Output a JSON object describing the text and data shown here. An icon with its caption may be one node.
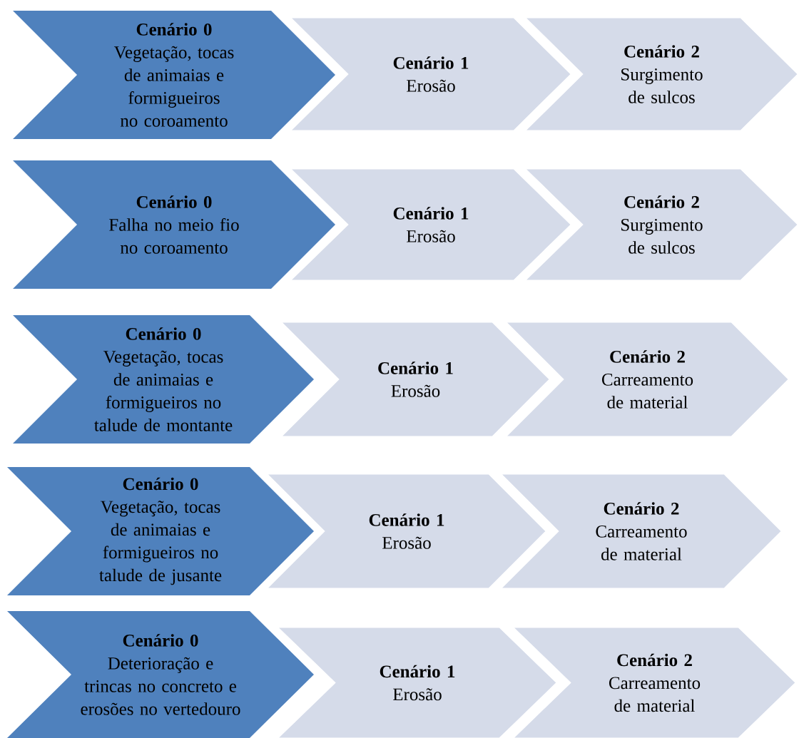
{
  "diagram": {
    "nodes": [
      {
        "text": [
          "Cenário 0",
          "Vegetação, tocas de animaias e formigueiros no coroamento"
        ]
      },
      {
        "text": [
          "Cenário 1",
          "Erosão"
        ]
      },
      {
        "text": [
          "Cenário 2",
          "Surgimento de sulcos"
        ]
      },
      {
        "text": [
          "Cenário 0",
          "Falha no meio fio no coroamento"
        ]
      },
      {
        "text": [
          "Cenário 1",
          "Erosão"
        ]
      },
      {
        "text": [
          "Cenário 2",
          "Surgimento de sulcos"
        ]
      },
      {
        "text": [
          "Cenário 0",
          "Vegetação, tocas de animaias e formigueiros no talude de montante"
        ]
      },
      {
        "text": [
          "Cenário 1",
          "Erosão"
        ]
      },
      {
        "text": [
          "Cenário 2",
          "Carreamento de material"
        ]
      },
      {
        "text": [
          "Cenário 0",
          "Vegetação, tocas de animaias e formigueiros no talude de jusante"
        ]
      },
      {
        "text": [
          "Cenário 1",
          "Erosão"
        ]
      },
      {
        "text": [
          "Cenário 2",
          "Carreamento de material"
        ]
      },
      {
        "text": [
          "Cenário 0",
          "Deterioração e trincas no concreto e erosões no vertedouro"
        ]
      },
      {
        "text": [
          "Cenário 1",
          "Erosão"
        ]
      },
      {
        "text": [
          "Cenário 2",
          "Carreamento de material"
        ]
      }
    ]
  }
}
